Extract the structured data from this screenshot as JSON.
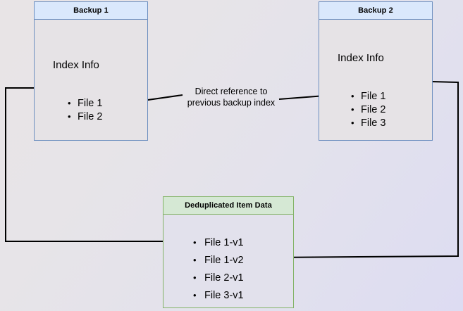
{
  "diagram": {
    "title_internal": "backup-deduplication-diagram",
    "background_start": "#e8e4e6",
    "background_end": "#dddcf2",
    "nodes": [
      {
        "id": "backup1",
        "header": "Backup 1",
        "section_label": "Index Info",
        "items": [
          "File 1",
          "File 2"
        ],
        "border_color": "#6c8ebf",
        "header_fill": "#dae8fc",
        "body_fill": "#e6e3e6"
      },
      {
        "id": "backup2",
        "header": "Backup 2",
        "section_label": "Index Info",
        "items": [
          "File 1",
          "File 2",
          "File 3"
        ],
        "border_color": "#6c8ebf",
        "header_fill": "#dae8fc",
        "body_fill": "#e6e3e6"
      },
      {
        "id": "dedup",
        "header": "Deduplicated Item Data",
        "items": [
          "File 1-v1",
          "File 1-v2",
          "File 2-v1",
          "File 3-v1"
        ],
        "border_color": "#82b366",
        "header_fill": "#d5e8d4",
        "body_fill": "#e2e1ec"
      }
    ],
    "edges": [
      {
        "id": "direct-reference",
        "label_line1": "Direct reference to",
        "label_line2": "previous backup index",
        "from": "backup2.File 2",
        "to": "backup1.File 2",
        "color": "#000000"
      },
      {
        "id": "backup1-to-dedup",
        "from": "backup1.File 1",
        "to": "dedup.File 1-v1",
        "color": "#000000"
      },
      {
        "id": "backup2-to-dedup",
        "from": "backup2.File 1",
        "to": "dedup.File 1-v2",
        "color": "#000000"
      }
    ]
  }
}
